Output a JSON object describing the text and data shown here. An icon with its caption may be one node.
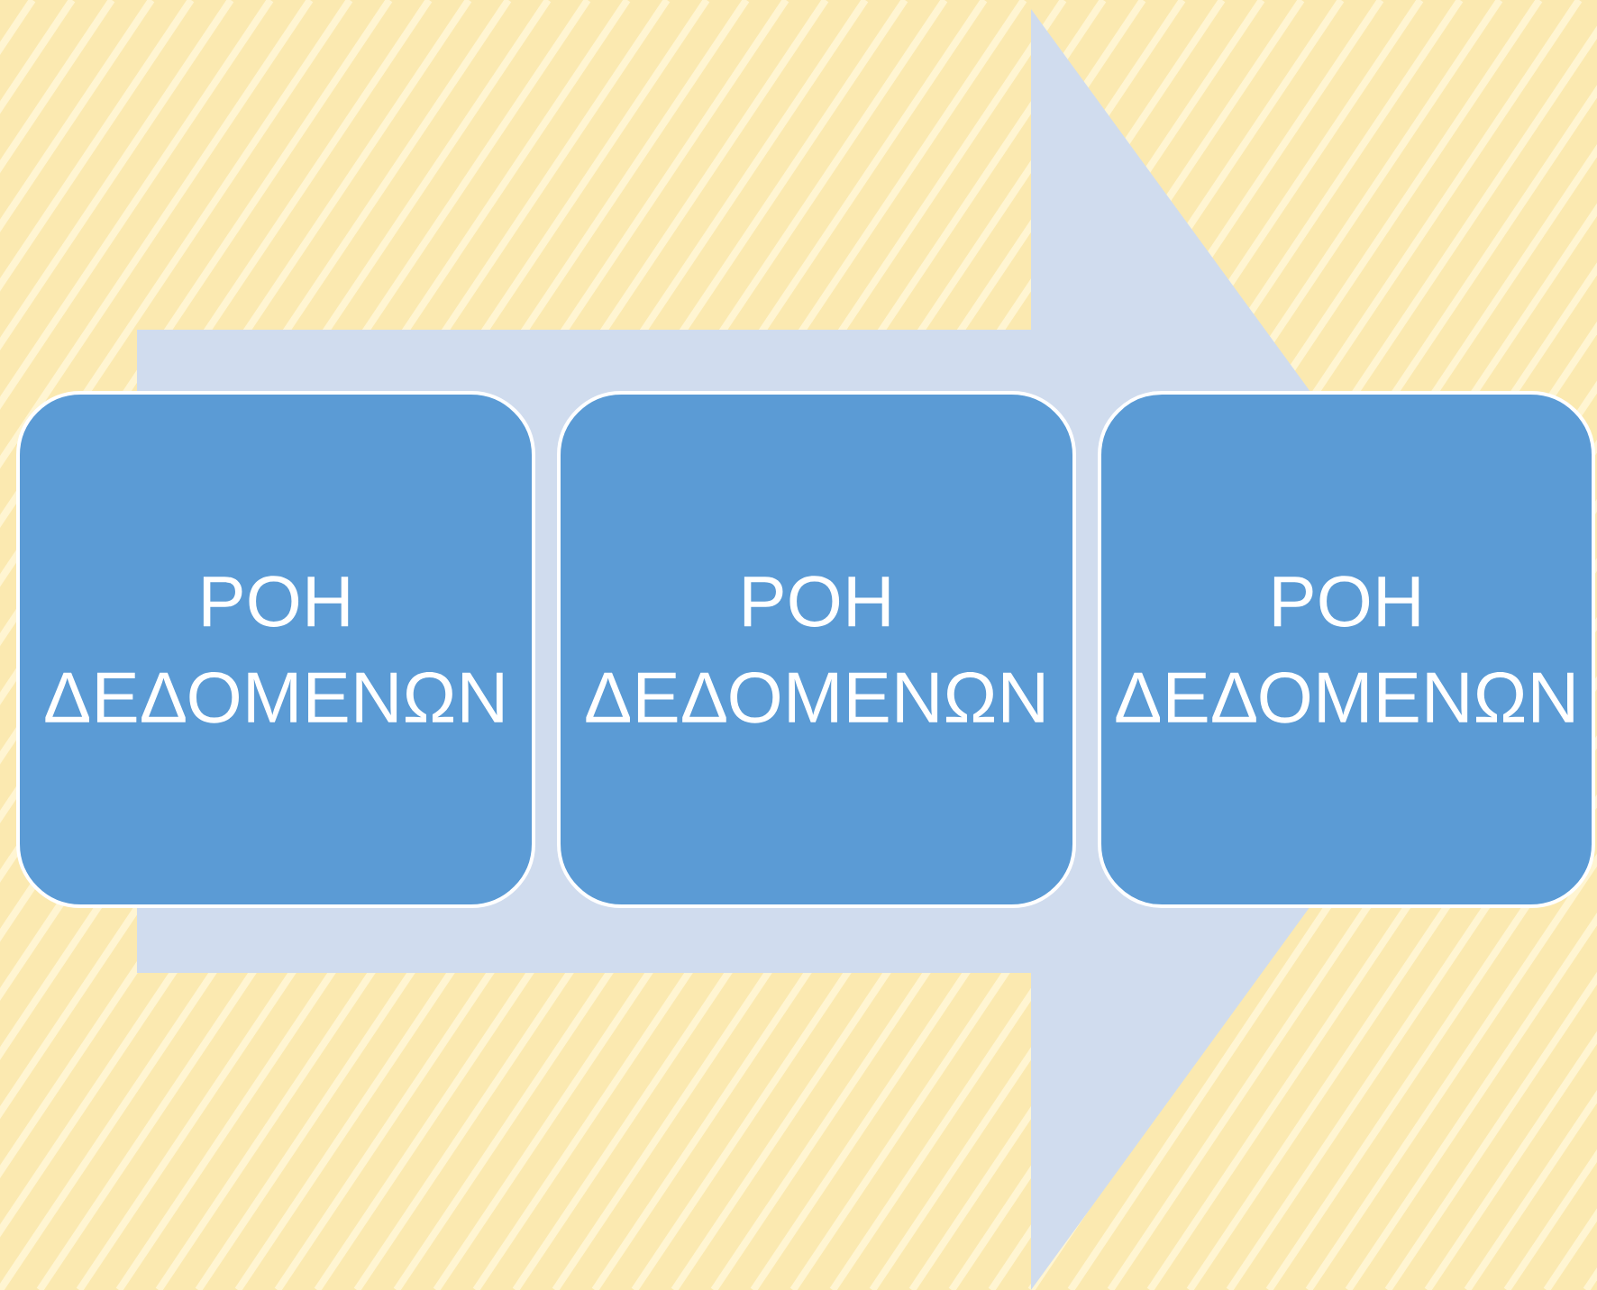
{
  "diagram": {
    "nodes": [
      {
        "text": [
          "ΡΟΗ ΔΕΔΟΜΕΝΩΝ"
        ]
      },
      {
        "text": [
          "ΡΟΗ ΔΕΔΟΜΕΝΩΝ"
        ]
      },
      {
        "text": [
          "ΡΟΗ ΔΕΔΟΜΕΝΩΝ"
        ]
      }
    ],
    "edges": [
      {
        "from": 0,
        "to": 2,
        "arrow": "to"
      }
    ]
  }
}
